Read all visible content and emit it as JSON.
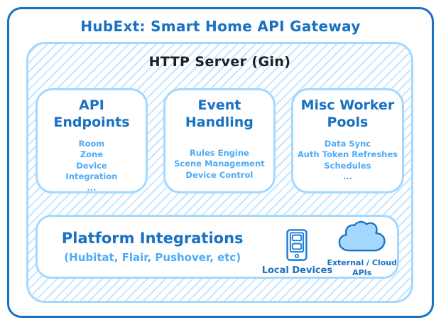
{
  "diagram": {
    "title": "HubExt: Smart Home API Gateway",
    "server": {
      "label": "HTTP Server (Gin)",
      "cards": [
        {
          "title": "API Endpoints",
          "items": [
            "Room",
            "Zone",
            "Device",
            "Integration",
            "..."
          ]
        },
        {
          "title": "Event Handling",
          "items": [
            "Rules Engine",
            "Scene Management",
            "Device Control"
          ]
        },
        {
          "title": "Misc Worker Pools",
          "items": [
            "Data Sync",
            "Auth Token Refreshes",
            "Schedules",
            "..."
          ]
        }
      ],
      "platform": {
        "title": "Platform Integrations",
        "subtitle": "(Hubitat, Flair, Pushover, etc)",
        "local_devices_label": "Local Devices",
        "cloud_label_line1": "External / Cloud",
        "cloud_label_line2": "APIs"
      }
    },
    "icons": {
      "local_devices": "server-tower-icon",
      "external_apis": "cloud-icon"
    },
    "colors": {
      "outline_dark_blue": "#1971c2",
      "box_border_light_blue": "#a5d8ff",
      "hatch_light_blue": "#a5d8ff",
      "item_text_blue": "#4dabf7",
      "server_label_black": "#1e1e1e",
      "icon_stroke_blue": "#1c7ed6",
      "cloud_fill": "#a5d8ff",
      "background": "#ffffff"
    }
  }
}
